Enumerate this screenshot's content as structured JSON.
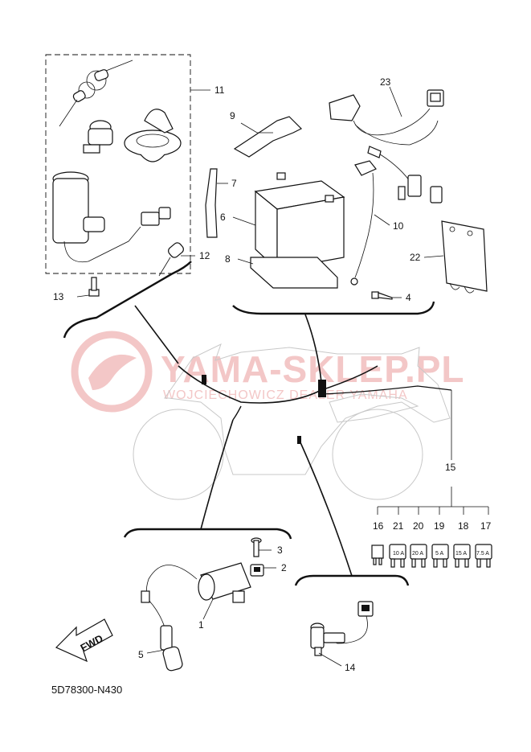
{
  "diagram": {
    "code": "5D78300-N430",
    "watermark": {
      "main": "YAMA-SKLEP.PL",
      "sub": "WOJCIECHOWICZ DEALER YAMAHA"
    },
    "fwd_label": "FWD",
    "callouts": [
      {
        "id": "c1",
        "text": "1"
      },
      {
        "id": "c2",
        "text": "2"
      },
      {
        "id": "c3",
        "text": "3"
      },
      {
        "id": "c4",
        "text": "4"
      },
      {
        "id": "c5",
        "text": "5"
      },
      {
        "id": "c6",
        "text": "6"
      },
      {
        "id": "c7",
        "text": "7"
      },
      {
        "id": "c8",
        "text": "8"
      },
      {
        "id": "c9",
        "text": "9"
      },
      {
        "id": "c10",
        "text": "10"
      },
      {
        "id": "c11",
        "text": "11"
      },
      {
        "id": "c12",
        "text": "12"
      },
      {
        "id": "c13",
        "text": "13"
      },
      {
        "id": "c14",
        "text": "14"
      },
      {
        "id": "c15",
        "text": "15"
      },
      {
        "id": "c16",
        "text": "16"
      },
      {
        "id": "c17",
        "text": "17"
      },
      {
        "id": "c18",
        "text": "18"
      },
      {
        "id": "c19",
        "text": "19"
      },
      {
        "id": "c20",
        "text": "20"
      },
      {
        "id": "c21",
        "text": "21"
      },
      {
        "id": "c22",
        "text": "22"
      },
      {
        "id": "c23",
        "text": "23"
      }
    ],
    "fuse_ratings": {
      "f21": "10 A",
      "f20": "20 A",
      "f19": "5 A",
      "f18": "15 A",
      "f17": "7.5 A"
    }
  }
}
